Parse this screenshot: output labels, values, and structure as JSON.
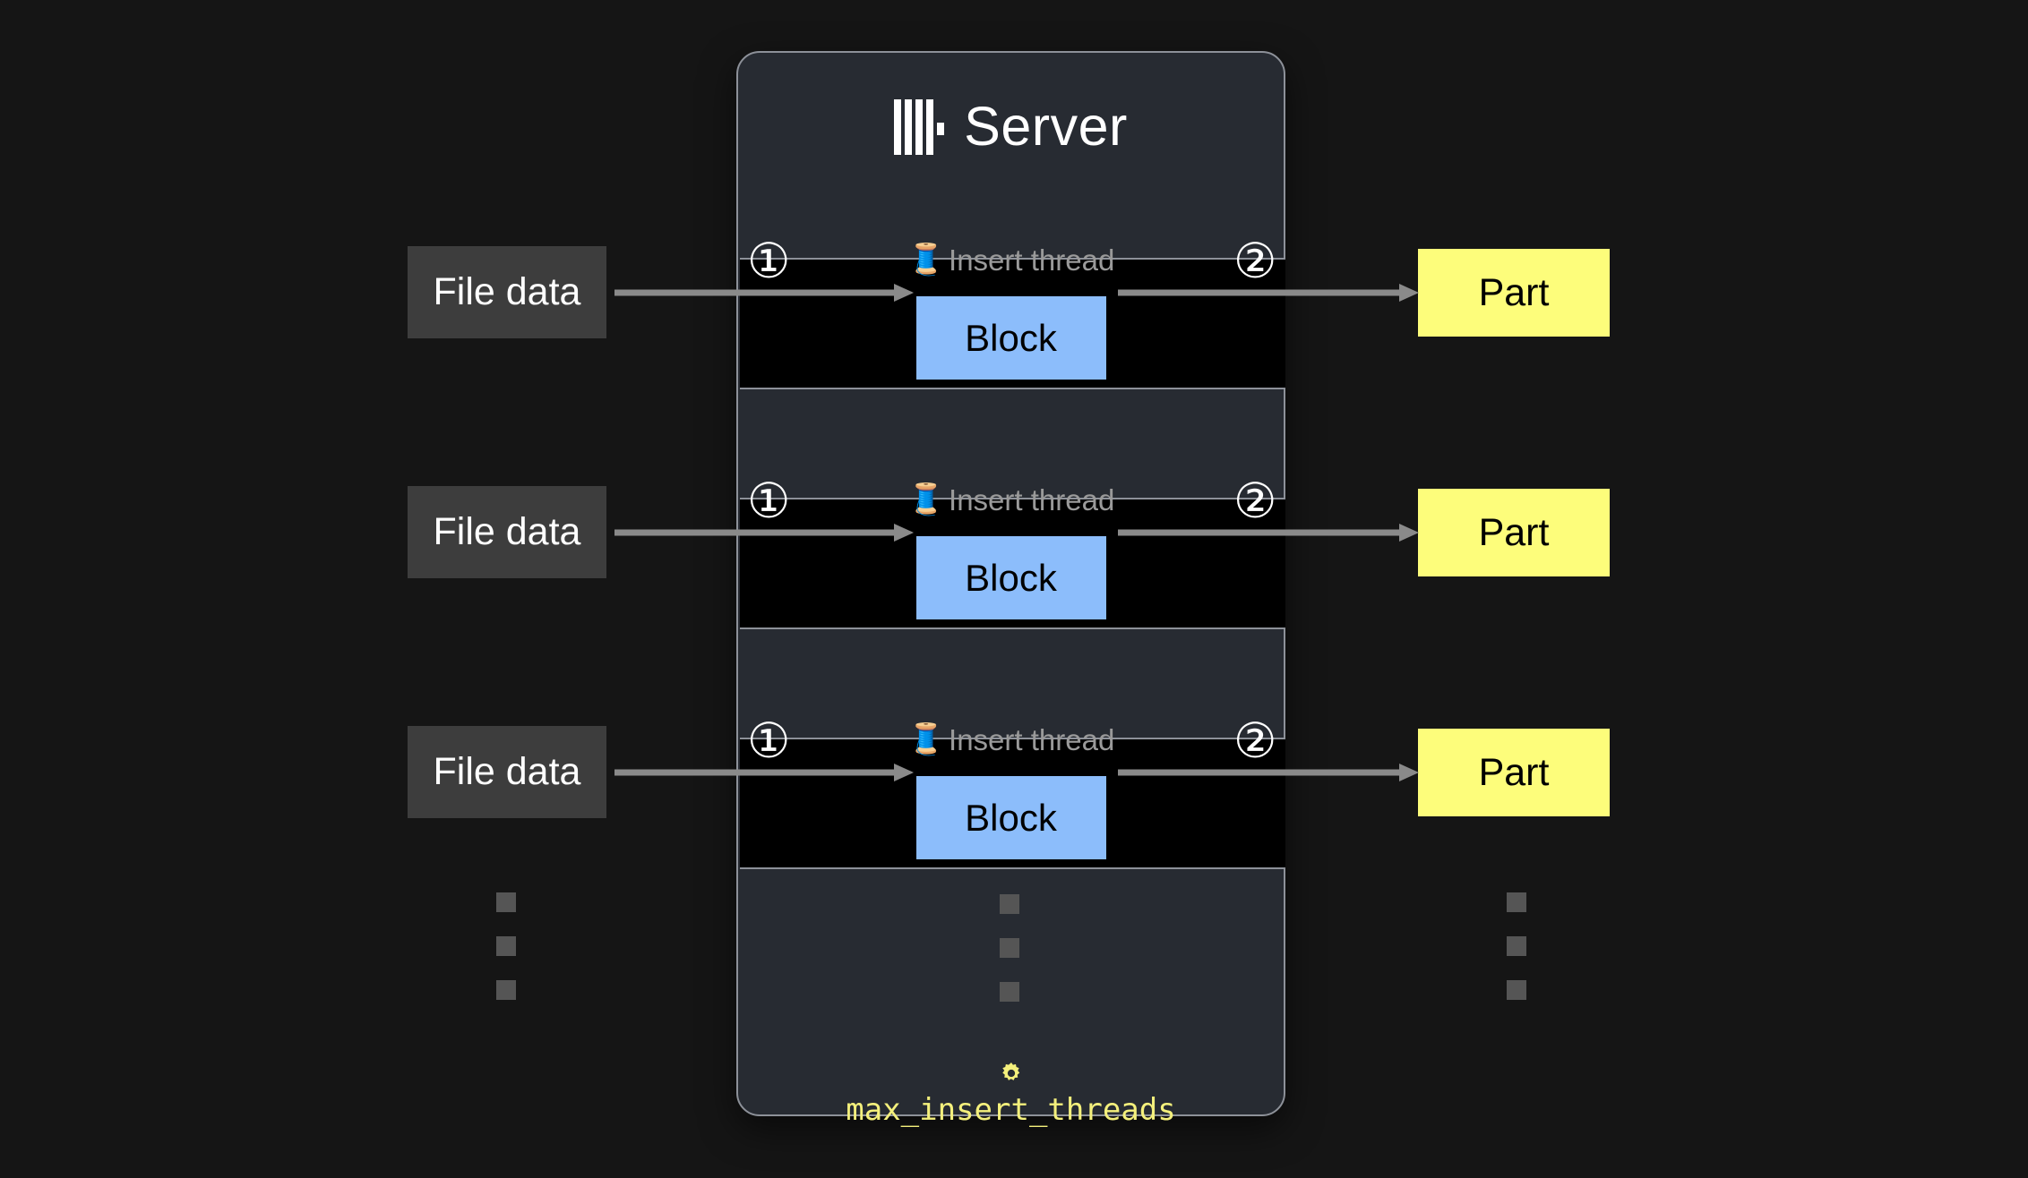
{
  "page": {
    "background_color": "#151515"
  },
  "server": {
    "title": "Server",
    "logo_icon": "clickhouse-logo-icon",
    "card_color": "#272b32",
    "border_color": "#8d9199"
  },
  "threads": [
    {
      "label": "Insert thread",
      "icon": "thread-spool-icon",
      "input": {
        "label": "File data",
        "color": "#3d3d3d"
      },
      "block": {
        "label": "Block",
        "color": "#8cbdfb"
      },
      "output": {
        "label": "Part",
        "color": "#fdfd7b"
      },
      "step_in": "①",
      "step_out": "②"
    },
    {
      "label": "Insert thread",
      "icon": "thread-spool-icon",
      "input": {
        "label": "File data",
        "color": "#3d3d3d"
      },
      "block": {
        "label": "Block",
        "color": "#8cbdfb"
      },
      "output": {
        "label": "Part",
        "color": "#fdfd7b"
      },
      "step_in": "①",
      "step_out": "②"
    },
    {
      "label": "Insert thread",
      "icon": "thread-spool-icon",
      "input": {
        "label": "File data",
        "color": "#3d3d3d"
      },
      "block": {
        "label": "Block",
        "color": "#8cbdfb"
      },
      "output": {
        "label": "Part",
        "color": "#fdfd7b"
      },
      "step_in": "①",
      "step_out": "②"
    }
  ],
  "ellipsis": {
    "dot_color": "#555555",
    "dot_count": 3
  },
  "setting": {
    "icon": "gear-icon",
    "name": "max_insert_threads",
    "color": "#f4f07c"
  },
  "arrows": {
    "color": "#8a8a8a"
  }
}
